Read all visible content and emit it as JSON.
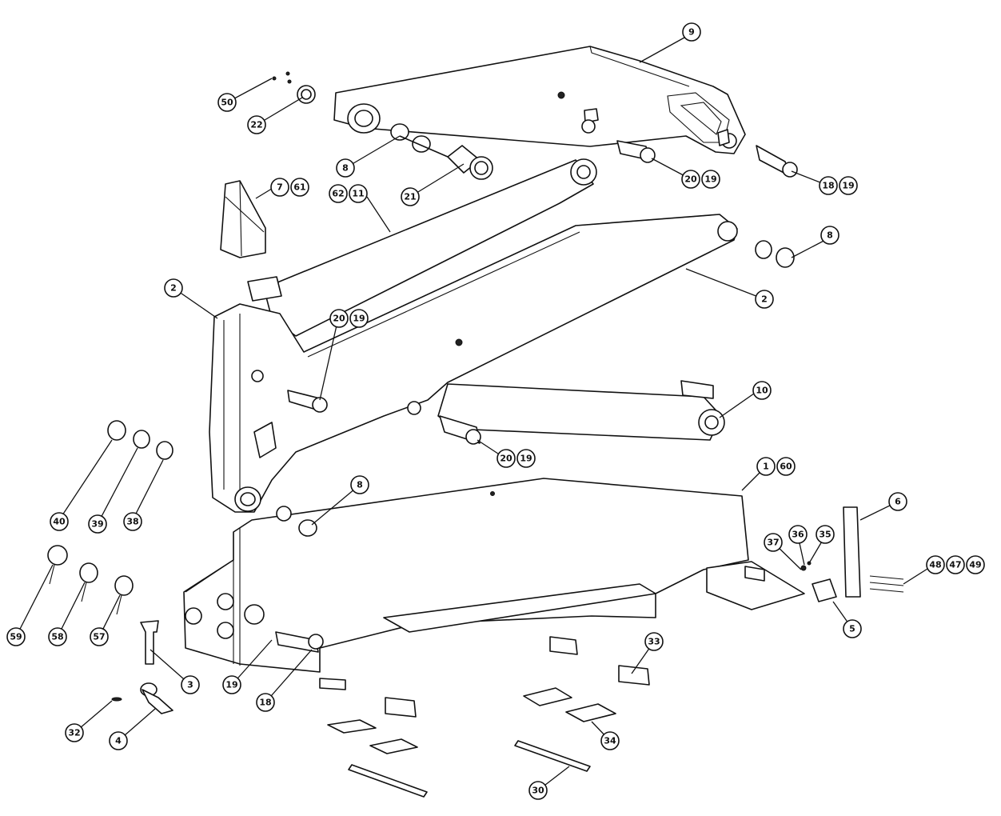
{
  "diagram": {
    "callouts": [
      "1",
      "60",
      "2",
      "2",
      "3",
      "4",
      "5",
      "6",
      "7",
      "61",
      "8",
      "8",
      "8",
      "9",
      "10",
      "62",
      "11",
      "18",
      "19",
      "18",
      "19",
      "19",
      "20",
      "19",
      "20",
      "19",
      "20",
      "19",
      "21",
      "22",
      "30",
      "32",
      "33",
      "34",
      "35",
      "36",
      "37",
      "38",
      "39",
      "40",
      "48",
      "47",
      "49",
      "50",
      "57",
      "58",
      "59"
    ]
  }
}
